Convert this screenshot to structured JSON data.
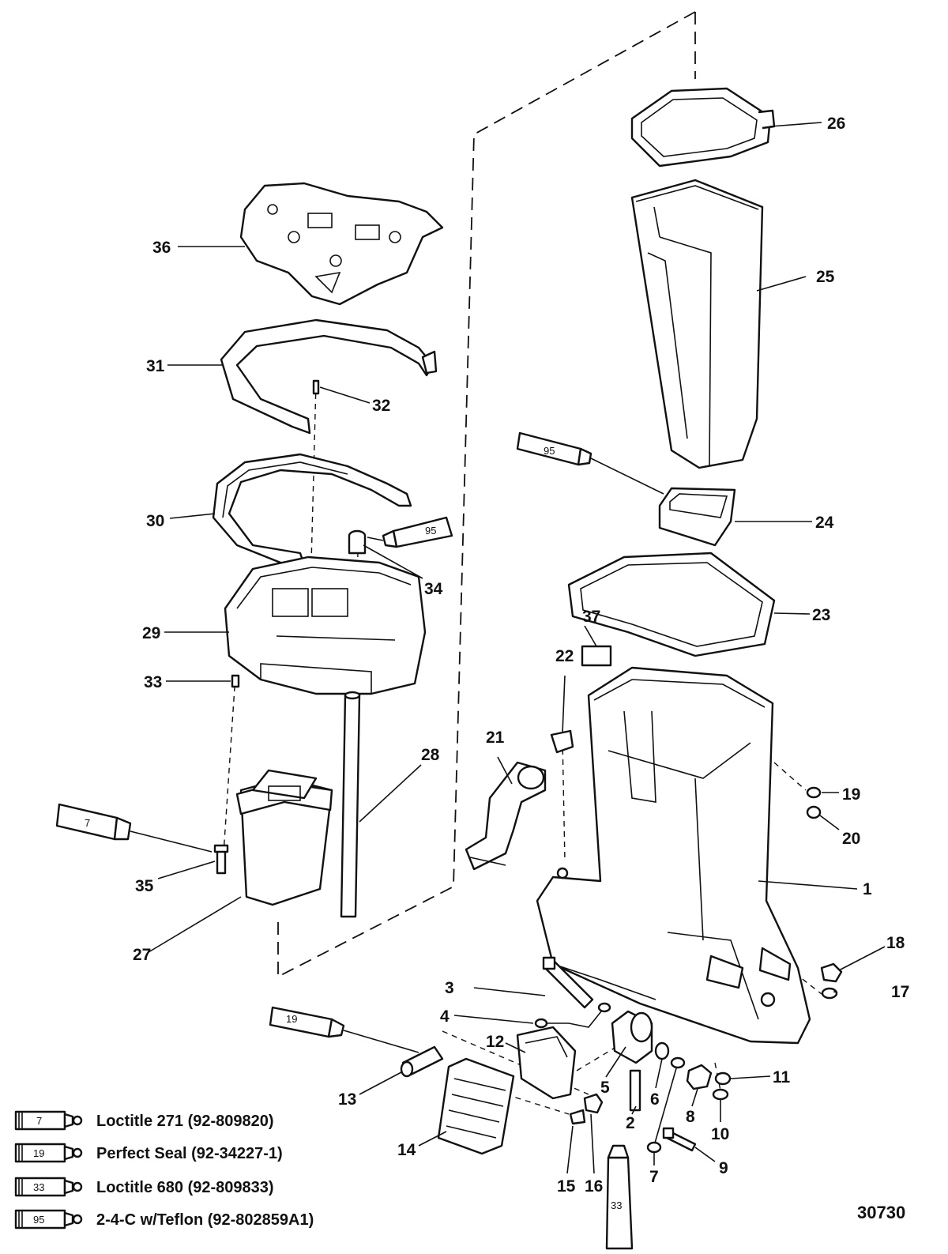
{
  "figure_number": "30730",
  "callouts": {
    "c1": "1",
    "c2": "2",
    "c3": "3",
    "c4": "4",
    "c5": "5",
    "c6": "6",
    "c7": "7",
    "c8": "8",
    "c9": "9",
    "c10": "10",
    "c11": "11",
    "c12": "12",
    "c13": "13",
    "c14": "14",
    "c15": "15",
    "c16": "16",
    "c17": "17",
    "c18": "18",
    "c19": "19",
    "c20": "20",
    "c21": "21",
    "c22": "22",
    "c23": "23",
    "c24": "24",
    "c25": "25",
    "c26": "26",
    "c27": "27",
    "c28": "28",
    "c29": "29",
    "c30": "30",
    "c31": "31",
    "c32": "32",
    "c33": "33",
    "c34": "34",
    "c35": "35",
    "c36": "36",
    "c37": "37"
  },
  "tubes": {
    "t95a": "95",
    "t95b": "95",
    "t7": "7",
    "t19": "19",
    "t33": "33"
  },
  "legend": [
    {
      "code": "7",
      "text": "Loctitle 271 (92-809820)"
    },
    {
      "code": "19",
      "text": "Perfect Seal (92-34227-1)"
    },
    {
      "code": "33",
      "text": "Loctitle 680 (92-809833)"
    },
    {
      "code": "95",
      "text": "2-4-C w/Teflon (92-802859A1)"
    }
  ]
}
